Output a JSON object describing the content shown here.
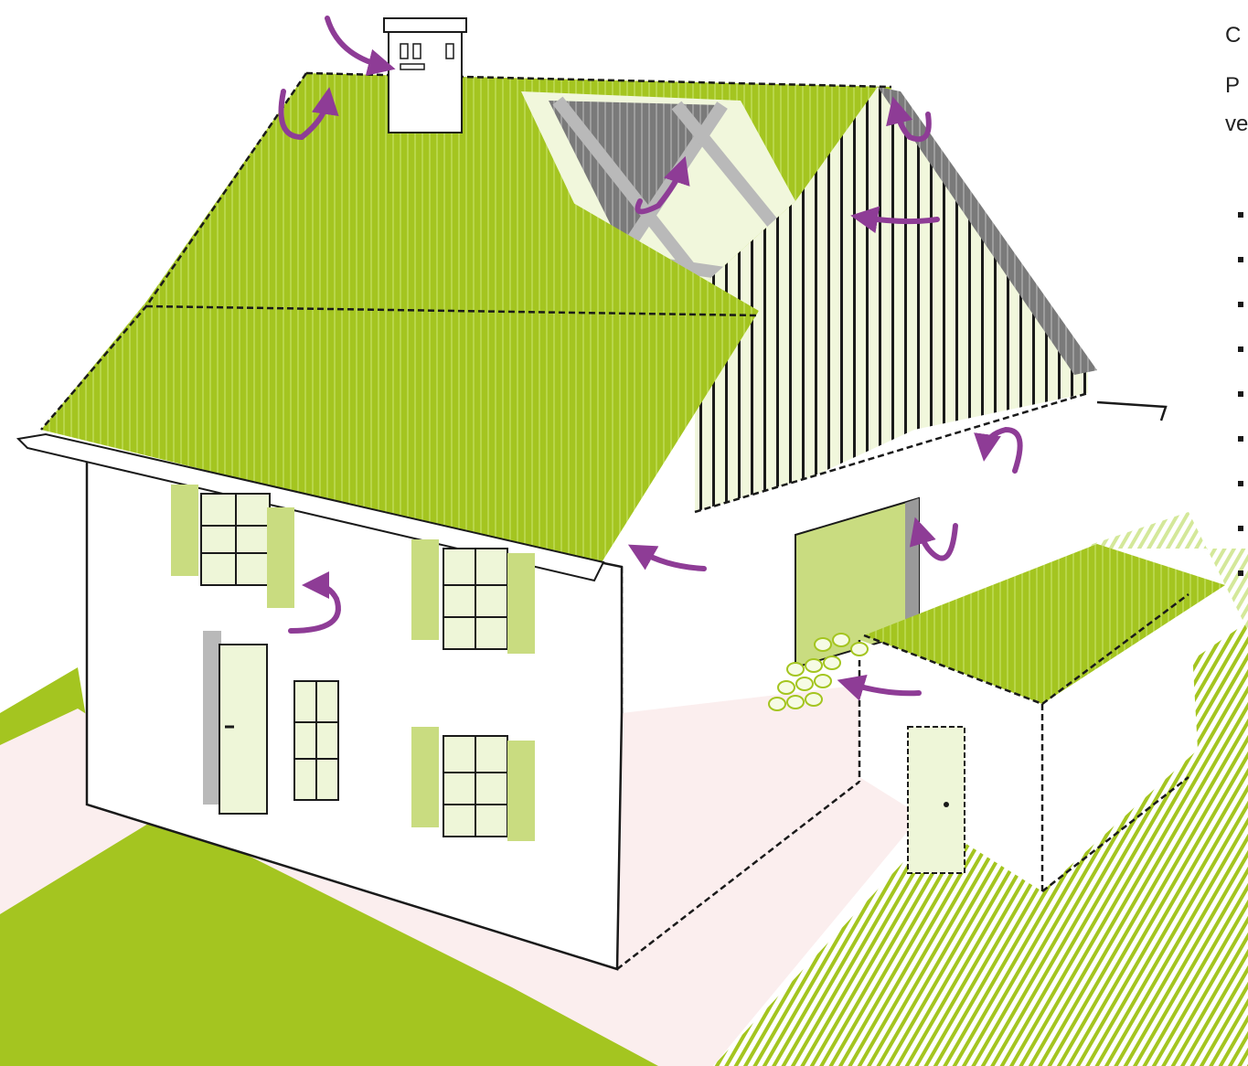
{
  "sidebar": {
    "line1": "C",
    "line2": "P",
    "line3": "ve",
    "bullet_count": 9
  },
  "colors": {
    "green": "#a4c520",
    "pale_green": "#eef6d8",
    "path": "#fbeeee",
    "arrow": "#8e3c96",
    "gray_frame": "#9a9a9a"
  },
  "icons": [
    "curved-arrow-icon",
    "chimney-icon",
    "window-icon",
    "door-icon",
    "firewood-icon"
  ]
}
